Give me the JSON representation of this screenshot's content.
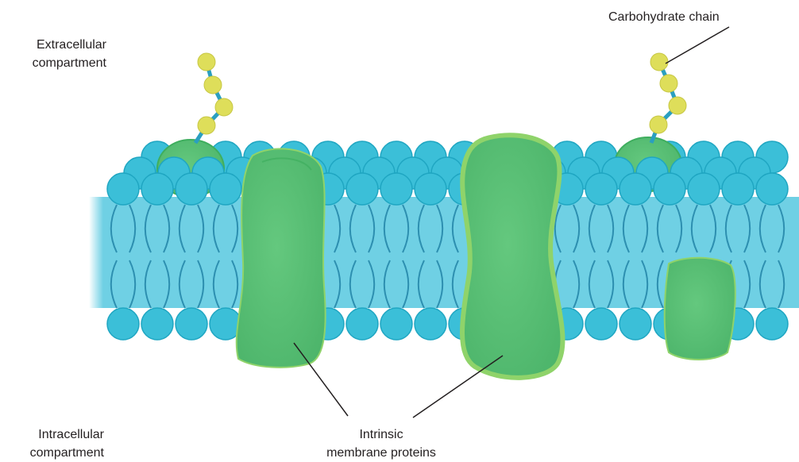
{
  "labels": {
    "extracellular": [
      "Extracellular",
      "compartment"
    ],
    "intracellular": [
      "Intracellular",
      "compartment"
    ],
    "carbohydrate": "Carbohydrate chain",
    "intrinsic": [
      "Intrinsic",
      "membrane proteins"
    ]
  },
  "colors": {
    "lipid_head": "#3bbfd8",
    "lipid_head_stroke": "#1fa6c2",
    "lipid_tail": "#2d8fb0",
    "bilayer_fill": "#6fd0e4",
    "protein": "#5bbf77",
    "protein_edge": "#3fae5e",
    "protein_rim": "#8fd36a",
    "sugar": "#dede5a",
    "sugar_link": "#2a9fc0",
    "leader": "#231f20"
  }
}
